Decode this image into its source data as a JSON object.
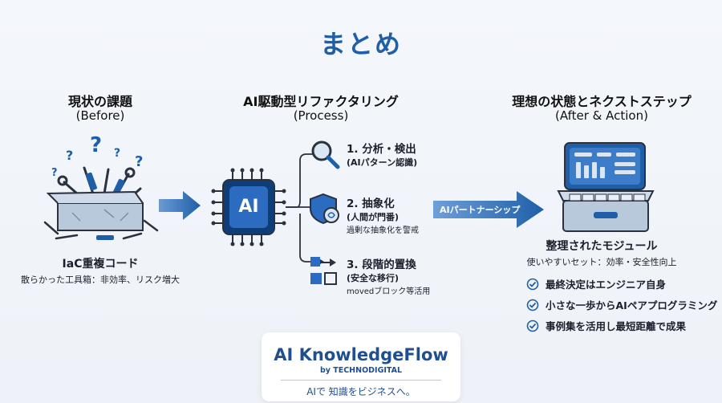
{
  "title": "まとめ",
  "columns": {
    "before": {
      "title": "現状の課題",
      "subtitle": "(Before)",
      "caption": "IaC重複コード",
      "note": "散らかった工具箱：非効率、リスク増大"
    },
    "process": {
      "title": "AI駆動型リファクタリング",
      "subtitle": "(Process)",
      "chip_label": "AI"
    },
    "after": {
      "title": "理想の状態とネクストステップ",
      "subtitle": "(After & Action)",
      "caption": "整理されたモジュール",
      "note": "使いやすいセット：効率・安全性向上"
    }
  },
  "steps": [
    {
      "title": "1. 分析・検出",
      "sub": "(AIパターン認識)",
      "note": ""
    },
    {
      "title": "2. 抽象化",
      "sub": "(人間が門番)",
      "note": "過剰な抽象化を警戒"
    },
    {
      "title": "3. 段階的置換",
      "sub": "(安全な移行)",
      "note": "movedブロック等活用"
    }
  ],
  "bridge_label": "AIパートナーシップ",
  "checklist": [
    "最終決定はエンジニア自身",
    "小さな一歩からAIペアプログラミング",
    "事例集を活用し最短距離で成果"
  ],
  "brand": {
    "name": "AI KnowledgeFlow",
    "by": "by TECHNODIGITAL",
    "tagline": "AIで 知識をビジネスへ。"
  },
  "colors": {
    "primary": "#1f5fa8",
    "dark": "#0f3d78",
    "light": "#dbe6f3"
  },
  "icons": [
    "question-mark-icon",
    "messy-toolbox-icon",
    "ai-chip-icon",
    "magnifier-icon",
    "shield-brain-icon",
    "replace-blocks-icon",
    "organized-toolbox-icon",
    "check-circle-icon",
    "right-arrow-icon"
  ]
}
